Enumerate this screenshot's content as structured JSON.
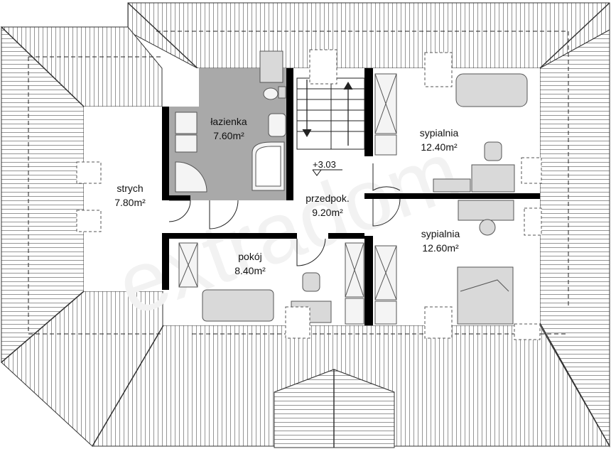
{
  "rooms": {
    "strych": {
      "name": "strych",
      "area": "7.80m²"
    },
    "lazienka": {
      "name": "łazienka",
      "area": "7.60m²"
    },
    "przedpok": {
      "name": "przedpok.",
      "area": "9.20m²"
    },
    "pokoj": {
      "name": "pokój",
      "area": "8.40m²"
    },
    "sypialnia1": {
      "name": "sypialnia",
      "area": "12.40m²"
    },
    "sypialnia2": {
      "name": "sypialnia",
      "area": "12.60m²"
    }
  },
  "elevation": {
    "label": "+3.03"
  },
  "colors": {
    "wall": "#000000",
    "roof_line": "#555555",
    "roof_edge": "#333333",
    "bathroom_fill": "#a9a9a9",
    "furniture_fill": "#d9d9d9",
    "furniture_stroke": "#666666",
    "watermark": "#eeeeee"
  }
}
